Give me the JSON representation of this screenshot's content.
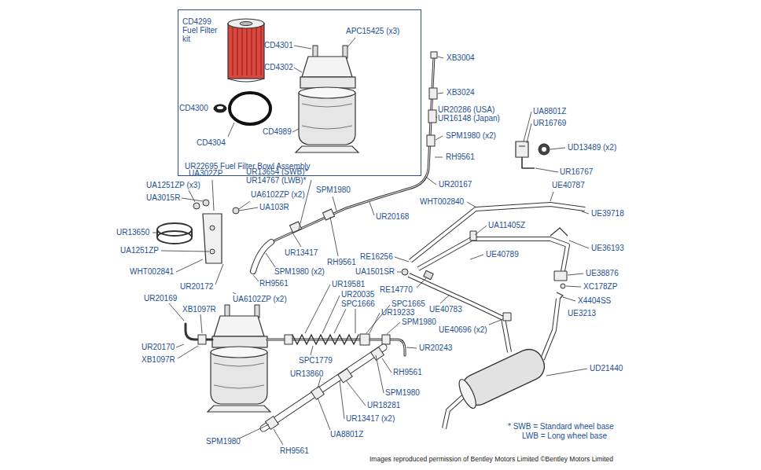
{
  "diagram": {
    "nodes": [
      {
        "text": [
          "UR22695 Fuel Filter Bowl Assembly"
        ]
      }
    ],
    "labels": [
      "CD4299 Fuel Filter kit",
      "CD4301",
      "APC15425 (x3)",
      "CD4302",
      "CD4300",
      "CD4304",
      "CD4989",
      "XB3004",
      "XB3024",
      "UR20286 (USA)",
      "UR16148 (Japan)",
      "SPM1980 (x2)",
      "RH9561",
      "UR20167",
      "UA8801Z",
      "UR16769",
      "UD13489 (x2)",
      "UR16767",
      "UE40787",
      "UE39718",
      "UA11405Z",
      "UE40789",
      "UE36193",
      "UE38876",
      "XC178ZP",
      "X4404SS",
      "UE3213",
      "UD21440",
      "WHT002840",
      "RE16256",
      "UA1501SR",
      "RE14770",
      "UE40783",
      "UE40696 (x2)",
      "UR13654 (SWB)*",
      "UR14767 (LWB)*",
      "UA302ZP",
      "UA1251ZP (x3)",
      "UA3015R",
      "UA6102ZP (x2)",
      "SPM1980",
      "UR20168",
      "UA103R",
      "UR13650",
      "UA1251ZP",
      "WHT002841",
      "UR13417",
      "RH9561",
      "SPM1980 (x2)",
      "RH9561",
      "UR20172",
      "UA6102ZP (x2)",
      "UR19581",
      "UR20035",
      "SPC1666",
      "SPC1665",
      "UR19233",
      "SPM1980",
      "UR20169",
      "XB1097R",
      "UR20170",
      "XB1097R",
      "SPC1779",
      "UR20243",
      "UR13860",
      "RH9561",
      "SPM1980",
      "UR18281",
      "UR13417 (x2)",
      "UA8801Z",
      "SPM1980",
      "RH9561",
      "* SWB = Standard wheel base",
      "LWB = Long wheel base",
      "Images reproduced permission of Bentley Motors Limited ©Bentley Motors Limited"
    ]
  }
}
